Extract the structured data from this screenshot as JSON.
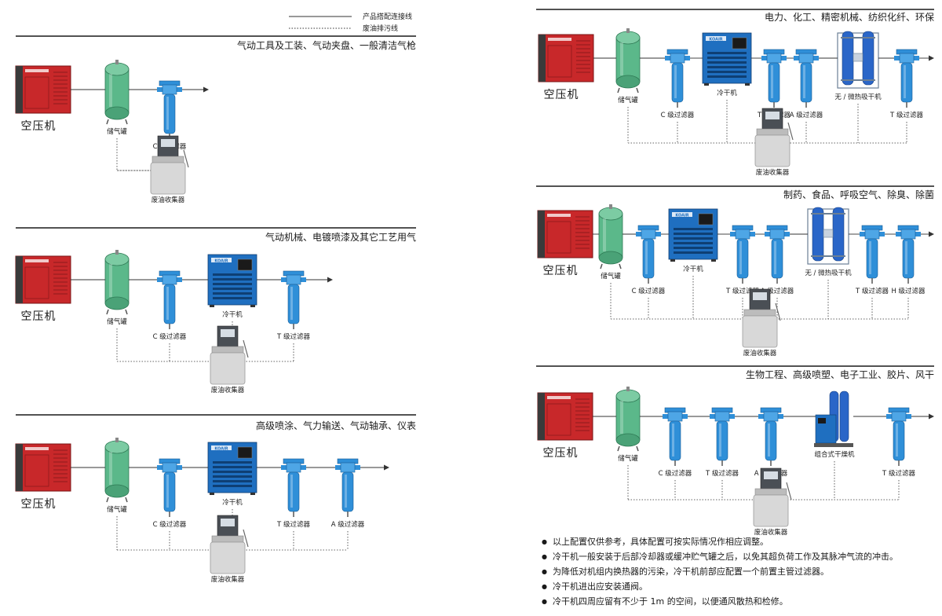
{
  "legend": {
    "solid_label": "产品搭配连接线",
    "dotted_label": "废油排污线"
  },
  "labels": {
    "compressor": "空压机",
    "tank": "储气罐",
    "c_filter": "C 级过滤器",
    "t_filter": "T 级过滤器",
    "a_filter": "A 级过滤器",
    "h_filter": "H 级过滤器",
    "dryer": "冷干机",
    "ads_dryer": "无 / 微热吸干机",
    "combo_dryer": "组合式干燥机",
    "collector": "废油收集器"
  },
  "panels": [
    {
      "id": "p1",
      "title": "气动工具及工装、气动夹盘、一般清洁气枪",
      "chain": [
        "compressor",
        "tank",
        "c_filter"
      ]
    },
    {
      "id": "p2",
      "title": "气动机械、电镀喷漆及其它工艺用气",
      "chain": [
        "compressor",
        "tank",
        "c_filter",
        "dryer",
        "t_filter"
      ]
    },
    {
      "id": "p3",
      "title": "高级喷涂、气力输送、气动轴承、仪表",
      "chain": [
        "compressor",
        "tank",
        "c_filter",
        "dryer",
        "t_filter",
        "a_filter"
      ]
    },
    {
      "id": "p4",
      "title": "电力、化工、精密机械、纺织化纤、环保",
      "chain": [
        "compressor",
        "tank",
        "c_filter",
        "dryer",
        "t_filter",
        "a_filter",
        "ads_dryer",
        "t_filter"
      ]
    },
    {
      "id": "p5",
      "title": "制药、食品、呼吸空气、除臭、除菌",
      "chain": [
        "compressor",
        "tank",
        "c_filter",
        "dryer",
        "t_filter",
        "a_filter",
        "ads_dryer",
        "t_filter",
        "h_filter"
      ]
    },
    {
      "id": "p6",
      "title": "生物工程、高级喷塑、电子工业、胶片、风干",
      "chain": [
        "compressor",
        "tank",
        "c_filter",
        "t_filter",
        "a_filter",
        "combo_dryer",
        "t_filter"
      ]
    }
  ],
  "device_brand": "KOAIR",
  "notes": [
    "以上配置仅供参考，具体配置可按实际情况作相应调整。",
    "冷干机一般安装于后部冷却器或缓冲贮气罐之后，以免其超负荷工作及其脉冲气流的冲击。",
    "为降低对机组内换热器的污染，冷干机前部应配置一个前置主管过滤器。",
    "冷干机进出应安装通阀。",
    "冷干机四周应留有不少于 1m 的空间，以便通风散热和检修。"
  ],
  "colors": {
    "compressor_red": "#c8282a",
    "tank_green": "#5bb88a",
    "filter_blue": "#2f8fd8",
    "dryer_blue": "#1f6fc0",
    "collector_gray": "#d8d8d8",
    "line": "#333333"
  }
}
